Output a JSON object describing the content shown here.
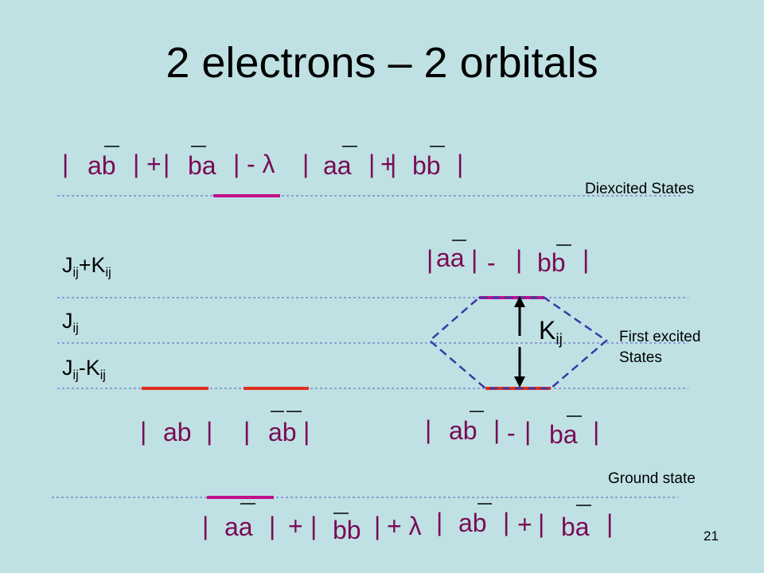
{
  "slide": {
    "title": "2 electrons – 2 orbitals",
    "page_number": "21"
  },
  "labels": {
    "diexcited": "Diexcited States",
    "first_excited_line1": "First excited",
    "first_excited_line2": "States",
    "ground": "Ground state"
  },
  "levels": {
    "j_plus_k": {
      "j": "J",
      "j_sub": "ij",
      "op": "+K",
      "k_sub": "ij"
    },
    "j": {
      "j": "J",
      "j_sub": "ij"
    },
    "j_minus_k": {
      "j": "J",
      "j_sub": "ij",
      "op": "-K",
      "k_sub": "ij"
    }
  },
  "exchange": {
    "k": "K",
    "k_sub": "ij"
  },
  "diexcited_state": {
    "t1": "ab",
    "op1": "+",
    "t2": "ba",
    "op2": "- λ",
    "t3": "aa",
    "op3": "+",
    "t4": "bb"
  },
  "first_excited_upper": {
    "t1": "aa",
    "op": "-",
    "t2": "bb"
  },
  "triplet_states": {
    "t1": "ab",
    "t2": "ab"
  },
  "singlet_combo": {
    "t1": "ab",
    "op": "-",
    "t2": "ba"
  },
  "ground_state": {
    "t1": "aa",
    "op1": "+",
    "t2": "bb",
    "op2": "+ λ",
    "t3": "ab",
    "op3": "+",
    "t4": "ba"
  },
  "colors": {
    "background": "#bfe1e4",
    "text": "#7a0a55",
    "level_red": "#e0301e",
    "level_magenta": "#c2108a",
    "dashed_blue": "#3a3aa8",
    "dashed_line": "#5560c0"
  }
}
